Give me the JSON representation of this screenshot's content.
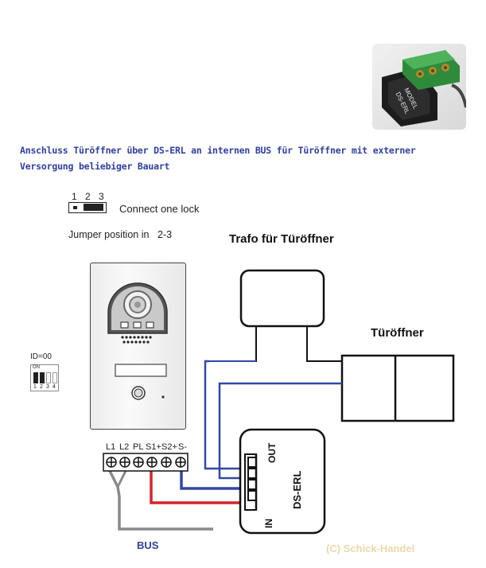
{
  "title": {
    "line1": "Anschluss Türöffner über DS-ERL an internen BUS für Türöffner mit externer",
    "line2": "Versorgung beliebiger Bauart"
  },
  "jumper": {
    "numbers": [
      "1",
      "2",
      "3"
    ],
    "caption": "Connect one lock",
    "position_label": "Jumper position in",
    "position_value": "2-3"
  },
  "dip": {
    "id_label": "ID=00",
    "on_label": "ON",
    "numbers": [
      "1",
      "2",
      "3",
      "4"
    ]
  },
  "labels": {
    "trafo": "Trafo für Türöffner",
    "tueroeffner": "Türöffner",
    "bus": "BUS",
    "copyright": "(C) Schick-Handel"
  },
  "terminals": [
    "L1",
    "L2",
    "PL",
    "S1+",
    "S2+",
    "S-"
  ],
  "module": {
    "name": "DS-ERL",
    "out_label": "OUT",
    "in_label": "IN"
  },
  "photo": {
    "text1": "DS-ERL",
    "text2": "MODEL"
  },
  "colors": {
    "wire_blue": "#3347a6",
    "wire_red": "#d3252b",
    "wire_gray": "#8a8a8a",
    "title_blue": "#2f3f9e",
    "copyright": "#e9d9a8"
  }
}
